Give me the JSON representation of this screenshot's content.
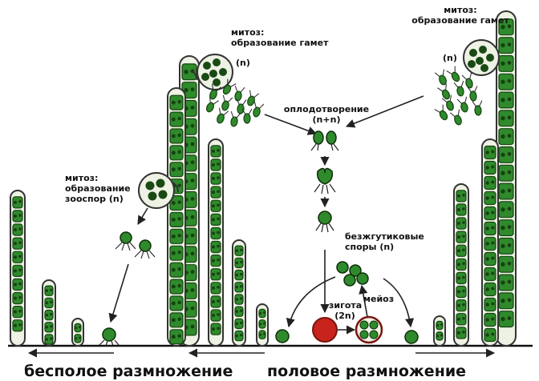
{
  "labels": {
    "mitosis_gametes_left": [
      "митоз:",
      "образование гамет"
    ],
    "haploid_left": "(n)",
    "mitosis_gametes_right": [
      "митоз:",
      "образование гамет"
    ],
    "haploid_right": "(n)",
    "fertilization": [
      "оплодотворение",
      "(n+n)"
    ],
    "mitosis_zoospores": [
      "митоз:",
      "образование",
      "зооспор (n)"
    ],
    "aflagellate_spores": [
      "безжгутиковые",
      "споры (n)"
    ],
    "zygote": [
      "зигота",
      "(2n)"
    ],
    "meiosis": "мейоз",
    "asexual_reproduction": "бесполое размножение",
    "sexual_reproduction": "половое размножение"
  },
  "colors": {
    "cell_fill": "#2f8a2c",
    "cell_dark": "#15430f",
    "filament_wall": "#eef2e4",
    "zygote_fill": "#c8231c",
    "line": "#222222"
  }
}
